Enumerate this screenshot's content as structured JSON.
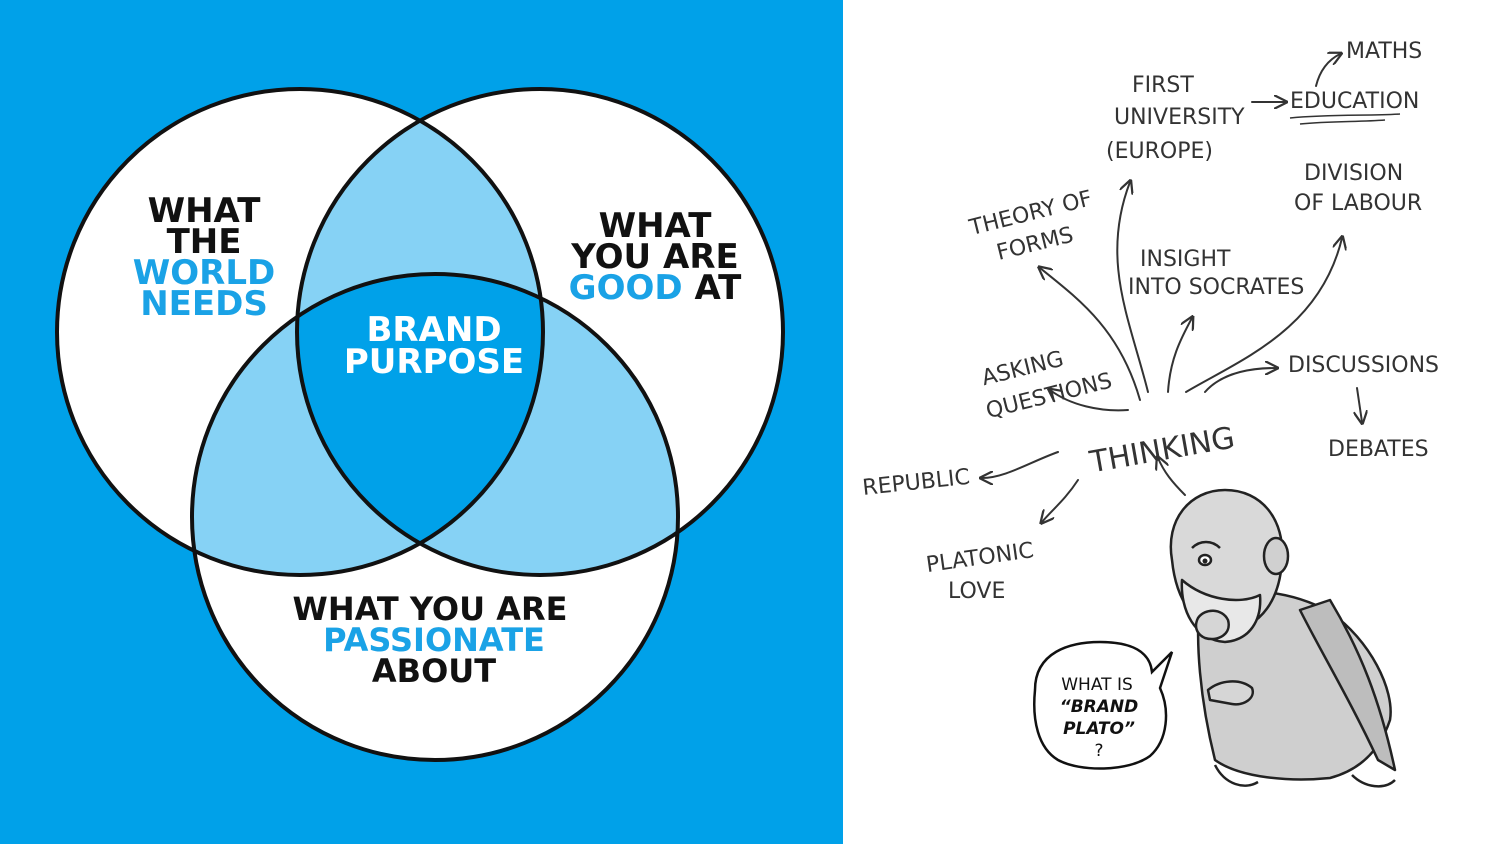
{
  "colors": {
    "panel_blue": "#00a1e9",
    "light_blue": "#86d2f5",
    "center_blue": "#00a1e9",
    "ink": "#111111",
    "accent_text": "#1aa2e6",
    "white": "#ffffff"
  },
  "venn": {
    "world": {
      "line1": "WHAT",
      "line2": "THE",
      "line3": "WORLD",
      "line4": "NEEDS"
    },
    "good": {
      "line1": "WHAT",
      "line2": "YOU ARE",
      "line3a": "GOOD",
      "line3b": "AT"
    },
    "passion": {
      "line1": "WHAT YOU ARE",
      "line2": "PASSIONATE",
      "line3": "ABOUT"
    },
    "center": {
      "line1": "BRAND",
      "line2": "PURPOSE"
    }
  },
  "mindmap": {
    "center": "THINKING",
    "first_university": [
      "FIRST",
      "UNIVERSITY",
      "(EUROPE)"
    ],
    "education": "EDUCATION",
    "maths": "MATHS",
    "theory_of_forms": [
      "THEORY OF",
      "FORMS"
    ],
    "division_of_labour": [
      "DIVISION",
      "OF LABOUR"
    ],
    "insight": [
      "INSIGHT",
      "INTO SOCRATES"
    ],
    "asking_questions": [
      "ASKING",
      "QUESTIONS"
    ],
    "discussions": "DISCUSSIONS",
    "debates": "DEBATES",
    "republic": "REPUBLIC",
    "platonic_love": [
      "PLATONIC",
      "LOVE"
    ],
    "speech_bubble": [
      "WHAT IS",
      "“BRAND",
      "PLATO”",
      "?"
    ]
  }
}
